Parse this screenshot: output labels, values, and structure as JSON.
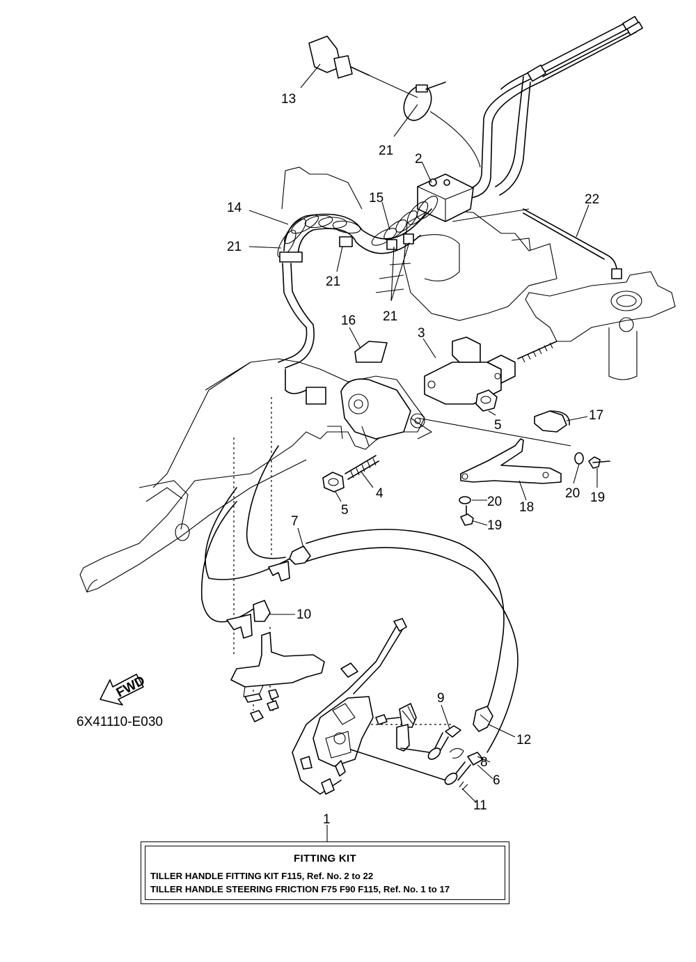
{
  "diagram": {
    "callouts": [
      {
        "id": "13",
        "text": "13"
      },
      {
        "id": "21a",
        "text": "21"
      },
      {
        "id": "2",
        "text": "2"
      },
      {
        "id": "22",
        "text": "22"
      },
      {
        "id": "14",
        "text": "14"
      },
      {
        "id": "15",
        "text": "15"
      },
      {
        "id": "21b",
        "text": "21"
      },
      {
        "id": "21c",
        "text": "21"
      },
      {
        "id": "21d",
        "text": "21"
      },
      {
        "id": "16",
        "text": "16"
      },
      {
        "id": "3",
        "text": "3"
      },
      {
        "id": "5a",
        "text": "5"
      },
      {
        "id": "17",
        "text": "17"
      },
      {
        "id": "4",
        "text": "4"
      },
      {
        "id": "5b",
        "text": "5"
      },
      {
        "id": "20a",
        "text": "20"
      },
      {
        "id": "20b",
        "text": "20"
      },
      {
        "id": "19a",
        "text": "19"
      },
      {
        "id": "18",
        "text": "18"
      },
      {
        "id": "19b",
        "text": "19"
      },
      {
        "id": "7",
        "text": "7"
      },
      {
        "id": "10",
        "text": "10"
      },
      {
        "id": "9",
        "text": "9"
      },
      {
        "id": "12",
        "text": "12"
      },
      {
        "id": "8",
        "text": "8"
      },
      {
        "id": "6",
        "text": "6"
      },
      {
        "id": "11",
        "text": "11"
      },
      {
        "id": "1",
        "text": "1"
      }
    ],
    "fwd_label": "FWD",
    "drawing_code": "6X41110-E030"
  },
  "fitting_kit": {
    "title": "FITTING KIT",
    "lines": [
      "TILLER HANDLE FITTING KIT F115,  Ref. No. 2 to 22",
      "TILLER HANDLE STEERING FRICTION F75 F90 F115,  Ref. No. 1 to 17"
    ]
  }
}
